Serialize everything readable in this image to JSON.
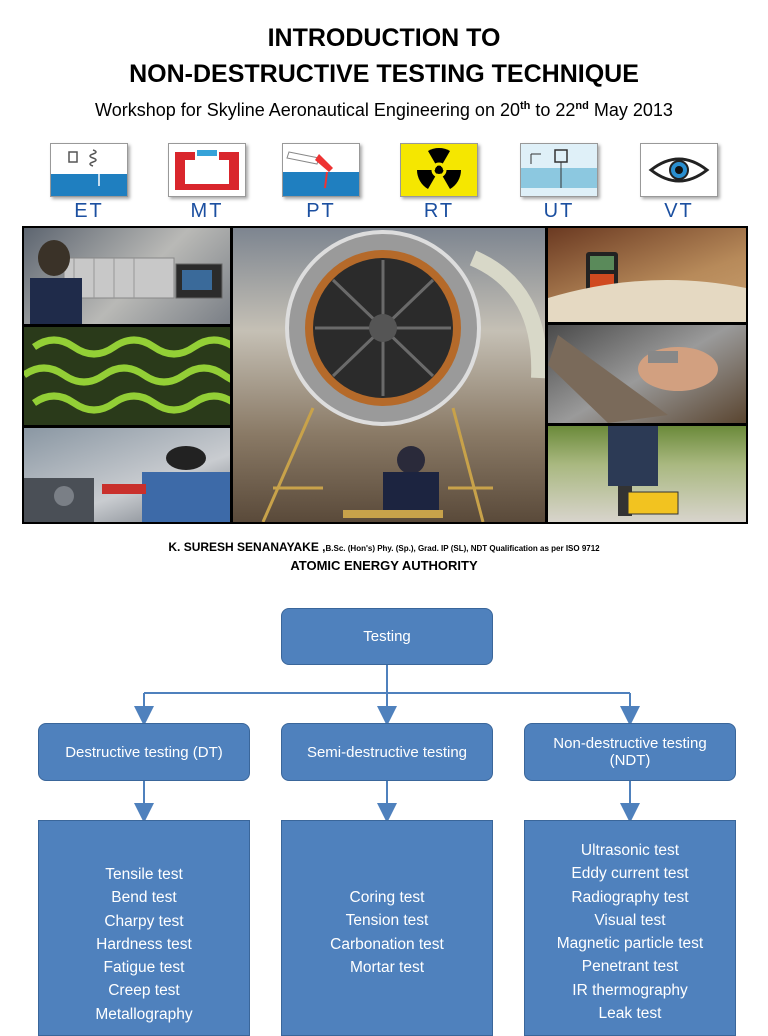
{
  "header": {
    "title_line1": "INTRODUCTION TO",
    "title_line2": "NON-DESTRUCTIVE TESTING TECHNIQUE",
    "subtitle_pre": "Workshop for Skyline Aeronautical Engineering on 20",
    "subtitle_sup1": "th",
    "subtitle_mid": " to 22",
    "subtitle_sup2": "nd",
    "subtitle_post": " May 2013"
  },
  "methods": [
    {
      "label": "ET",
      "icon": "eddy-current-icon"
    },
    {
      "label": "MT",
      "icon": "magnet-icon"
    },
    {
      "label": "PT",
      "icon": "penetrant-icon"
    },
    {
      "label": "RT",
      "icon": "radiation-icon"
    },
    {
      "label": "UT",
      "icon": "ultrasonic-icon"
    },
    {
      "label": "VT",
      "icon": "eye-icon"
    }
  ],
  "author": {
    "name": "K. SURESH SENANAYAKE ,",
    "credentials": "B.Sc. (Hon's) Phy. (Sp.), Grad. IP (SL), NDT Qualification as per ISO 9712",
    "organization": "ATOMIC ENERGY AUTHORITY"
  },
  "chart": {
    "root": "Testing",
    "categories": [
      {
        "label": "Destructive testing (DT)",
        "items": [
          "Tensile test",
          "Bend test",
          "Charpy test",
          "Hardness test",
          "Fatigue test",
          "Creep test",
          "Metallography"
        ]
      },
      {
        "label": "Semi-destructive testing",
        "items": [
          "Coring test",
          "Tension test",
          "Carbonation test",
          "Mortar test"
        ]
      },
      {
        "label": "Non-destructive testing (NDT)",
        "items": [
          "Ultrasonic test",
          "Eddy current test",
          "Radiography test",
          "Visual test",
          "Magnetic particle test",
          "Penetrant test",
          "IR thermography",
          "Leak test"
        ]
      }
    ]
  },
  "colors": {
    "box_fill": "#4f81bd",
    "box_border": "#3a669a",
    "arrow": "#4f81bd",
    "method_label": "#1b4fa0"
  }
}
